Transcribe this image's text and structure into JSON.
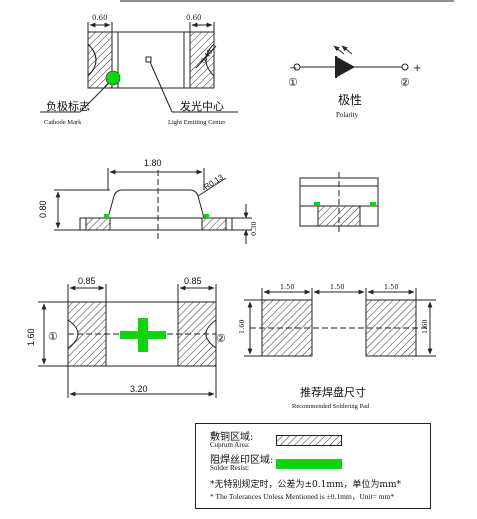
{
  "dims": {
    "top_left": "0.60",
    "top_right": "0.60",
    "top_angle": "0.45",
    "side_width": "1.80",
    "side_radius": "R0.13",
    "side_height": "0.80",
    "side_thickness": "0.30",
    "pad_left": "0.85",
    "pad_right": "0.85",
    "bottom_height": "1.60",
    "bottom_length": "3.20",
    "sol_a": "1.50",
    "sol_b": "1.50",
    "sol_c": "1.50",
    "sol_left_h": "1.60",
    "sol_right_h": "1.60"
  },
  "labels": {
    "cathode_cn": "负极标志",
    "cathode_en": "Cathode Mark",
    "emit_cn": "发光中心",
    "emit_en": "Light Emitting Center",
    "polarity_cn": "极性",
    "polarity_en": "Polarity",
    "pin1": "①",
    "pin2": "②",
    "minus": "−",
    "plus": "+",
    "bottom_pin1": "①",
    "bottom_pin2": "②",
    "solder_cn": "推荐焊盘尺寸",
    "solder_en": "Recommended Soldering Pad"
  },
  "legend": {
    "cuprum_cn": "敷铜区域:",
    "cuprum_en": "Cuprum Area:",
    "resist_cn": "阻焊丝印区域:",
    "resist_en": "Solder Resist:",
    "tolerance_cn": "*无特别规定时，公差为±0.1mm，单位为mm*",
    "tolerance_en": "* The Tolerances Unless Mentioned is ±0.1mm，Unit= mm*"
  },
  "colors": {
    "green": "#11d411",
    "line": "#222222"
  }
}
